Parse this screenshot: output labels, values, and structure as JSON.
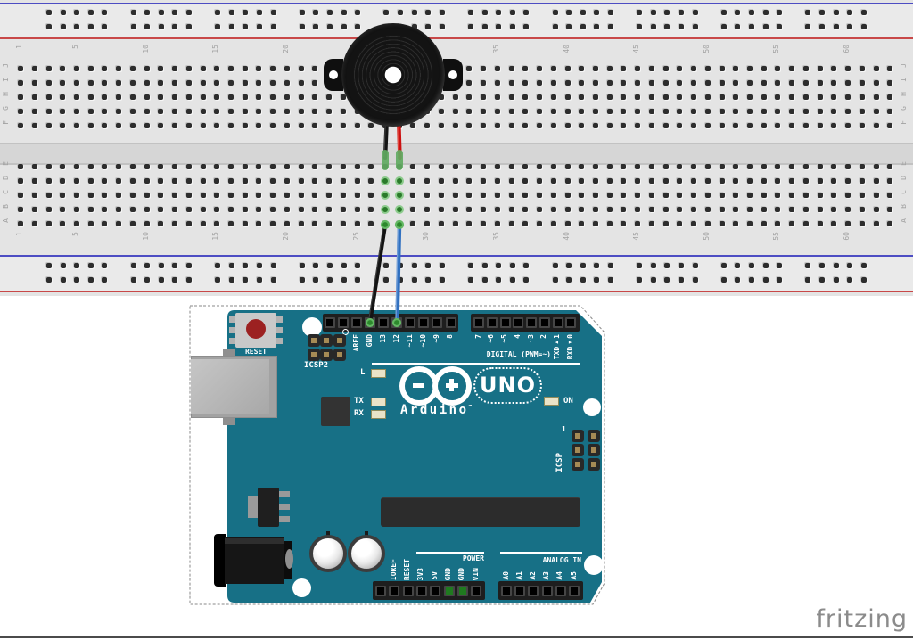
{
  "colors": {
    "board_teal": "#177086",
    "breadboard_base": "#e4e4e4",
    "rail_blue_line": "#4d4dc3",
    "rail_red_line": "#c84848",
    "wire_black": "#141414",
    "wire_red": "#cc1111",
    "wire_blue": "#3070c0",
    "net_green": "#63b763",
    "silkscreen_white": "#ffffff",
    "watermark_grey": "#8b8b8b"
  },
  "breadboard": {
    "column_labels": [
      "1",
      "5",
      "10",
      "15",
      "20",
      "25",
      "30",
      "35",
      "40",
      "45",
      "50",
      "55",
      "60"
    ],
    "row_labels": [
      "J",
      "I",
      "H",
      "G",
      "F",
      "E",
      "D",
      "C",
      "B",
      "A"
    ]
  },
  "buzzer": {
    "type": "piezo-buzzer",
    "lead_left_color": "black",
    "lead_right_color": "red"
  },
  "wires": [
    {
      "color": "black",
      "from": "buzzer-left-lead",
      "to": "breadboard-col27-rowE"
    },
    {
      "color": "red",
      "from": "buzzer-right-lead",
      "to": "breadboard-col28-rowE"
    },
    {
      "color": "black",
      "from": "breadboard-col27-rowA",
      "to": "arduino-pin-GND"
    },
    {
      "color": "blue",
      "from": "breadboard-col28-rowA",
      "to": "arduino-pin-12"
    }
  ],
  "arduino": {
    "reset_label": "RESET",
    "digital_caption": "DIGITAL (PWM=~)",
    "digital_left_pins": [
      "",
      "",
      "AREF",
      "GND",
      "13",
      "12",
      "~11",
      "~10",
      "~9",
      "8"
    ],
    "digital_right_pins": [
      "7",
      "~6",
      "~5",
      "4",
      "~3",
      "2",
      "TXD▸1",
      "RXD◂0"
    ],
    "power_caption": "POWER",
    "power_pins": [
      "",
      "IOREF",
      "RESET",
      "3V3",
      "5V",
      "GND",
      "GND",
      "VIN"
    ],
    "analog_caption": "ANALOG IN",
    "analog_pins": [
      "A0",
      "A1",
      "A2",
      "A3",
      "A4",
      "A5"
    ],
    "icsp2_label": "ICSP2",
    "icsp_label": "ICSP",
    "icsp_pin1_label": "1",
    "led_l_label": "L",
    "led_tx_label": "TX",
    "led_rx_label": "RX",
    "led_on_label": "ON",
    "brand": "Arduino",
    "brand_tm": "™",
    "model": "UNO"
  },
  "watermark": "fritzing"
}
